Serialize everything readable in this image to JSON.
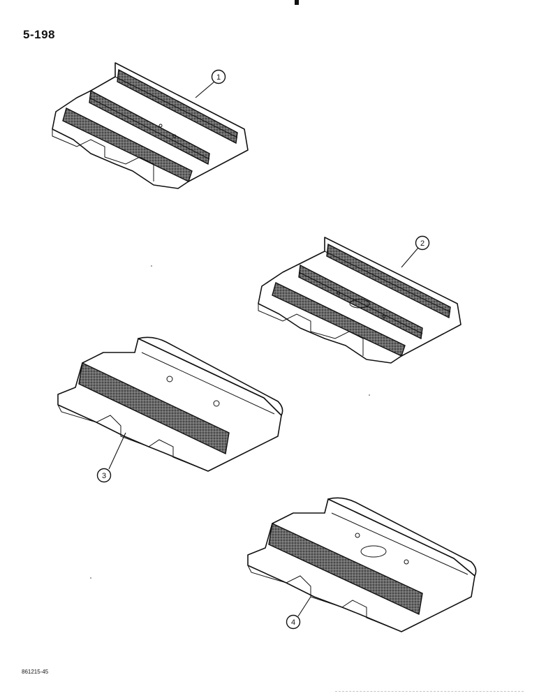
{
  "page": {
    "number": "5-198",
    "figure_code": "861215-45"
  },
  "callouts": [
    "1",
    "2",
    "3",
    "4"
  ],
  "items": [
    {
      "id": 1,
      "label": "1",
      "description": "triple-grouser track shoe"
    },
    {
      "id": 2,
      "label": "2",
      "description": "triple-grouser track shoe with center hole"
    },
    {
      "id": 3,
      "label": "3",
      "description": "single-grouser track shoe"
    },
    {
      "id": 4,
      "label": "4",
      "description": "single-grouser track shoe with center hole"
    }
  ]
}
